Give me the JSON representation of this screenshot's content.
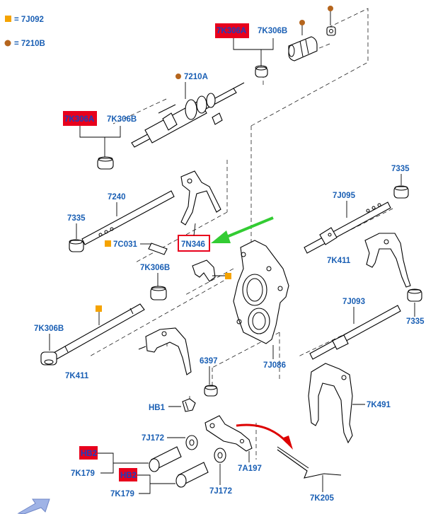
{
  "legend": [
    {
      "symbol": "orange-square",
      "color": "#f5a300",
      "text": "= 7J092"
    },
    {
      "symbol": "brown-dot",
      "color": "#b5651d",
      "text": "= 7210B"
    }
  ],
  "colors": {
    "label_text": "#1a5fb4",
    "highlight_fill": "#e8001c",
    "highlight_text": "#1a3fbf",
    "callout_box": "#e8001c",
    "green_arrow": "#33cc33",
    "red_arrow": "#dd0000",
    "orange_marker": "#f5a300",
    "brown_marker": "#b5651d",
    "nav_arrow": "#9fb3e6"
  },
  "labels": {
    "top_7k306a": "7K306A",
    "top_7k306b": "7K306B",
    "shaft_7210a": "7210A",
    "left_7k306a": "7K306A",
    "left_7k306b": "7K306B",
    "rail_7240": "7240",
    "bush_7335_left": "7335",
    "callout_7n346": "7N346",
    "pin_7c031": "7C031",
    "bush_7k306b_mid": "7K306B",
    "shaft_7k306b_low": "7K306B",
    "fork_7k411_left": "7K411",
    "spacer_6397": "6397",
    "bolt_hb1": "HB1",
    "plate_7j086": "7J086",
    "bush_7335_right_top": "7335",
    "rail_7j095": "7J095",
    "fork_7k411_right": "7K411",
    "rail_7j093": "7J093",
    "bush_7335_right": "7335",
    "fork_7k491": "7K491",
    "washer_7j172_upper": "7J172",
    "bolt_hb2_upper": "HB2",
    "bolt_7k179_upper": "7K179",
    "bolt_hb2_lower": "HB2",
    "bolt_7k179_lower": "7K179",
    "washer_7j172_lower": "7J172",
    "plate_7a197": "7A197",
    "spring_7k205": "7K205"
  }
}
